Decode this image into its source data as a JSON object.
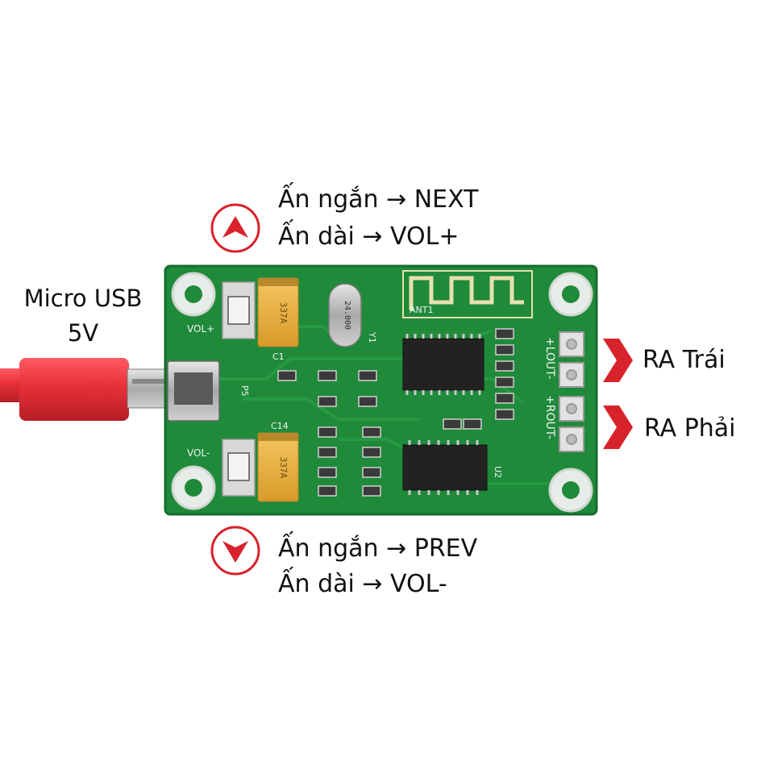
{
  "annotations": {
    "up_button": {
      "short_press": "Ấn ngắn → NEXT",
      "long_press": "Ấn dài → VOL+"
    },
    "down_button": {
      "short_press": "Ấn ngắn → PREV",
      "long_press": "Ấn dài → VOL-"
    },
    "usb": {
      "line1": "Micro USB",
      "line2": "5V"
    },
    "outputs": {
      "left": "RA Trái",
      "right": "RA Phải"
    }
  },
  "board_silkscreen": {
    "vol_plus": "VOL+",
    "vol_minus": "VOL-",
    "antenna": "ANT1",
    "crystal": "24.000",
    "capacitor_top": "337A",
    "capacitor_bottom": "337A",
    "lout": "+LOUT-",
    "rout": "+ROUT-",
    "c1": "C1",
    "c14": "C14",
    "p5": "P5",
    "y1": "Y1",
    "u2": "U2"
  },
  "colors": {
    "background": "#ffffff",
    "pcb_green": "#1f8a3a",
    "pcb_dark": "#166b2c",
    "accent_red": "#d8222c",
    "usb_cable": "#e8303a",
    "tantalum_cap": "#e8b13a"
  },
  "icons": [
    "up-arrow-circle-icon",
    "down-arrow-circle-icon",
    "chevron-right-icon"
  ]
}
